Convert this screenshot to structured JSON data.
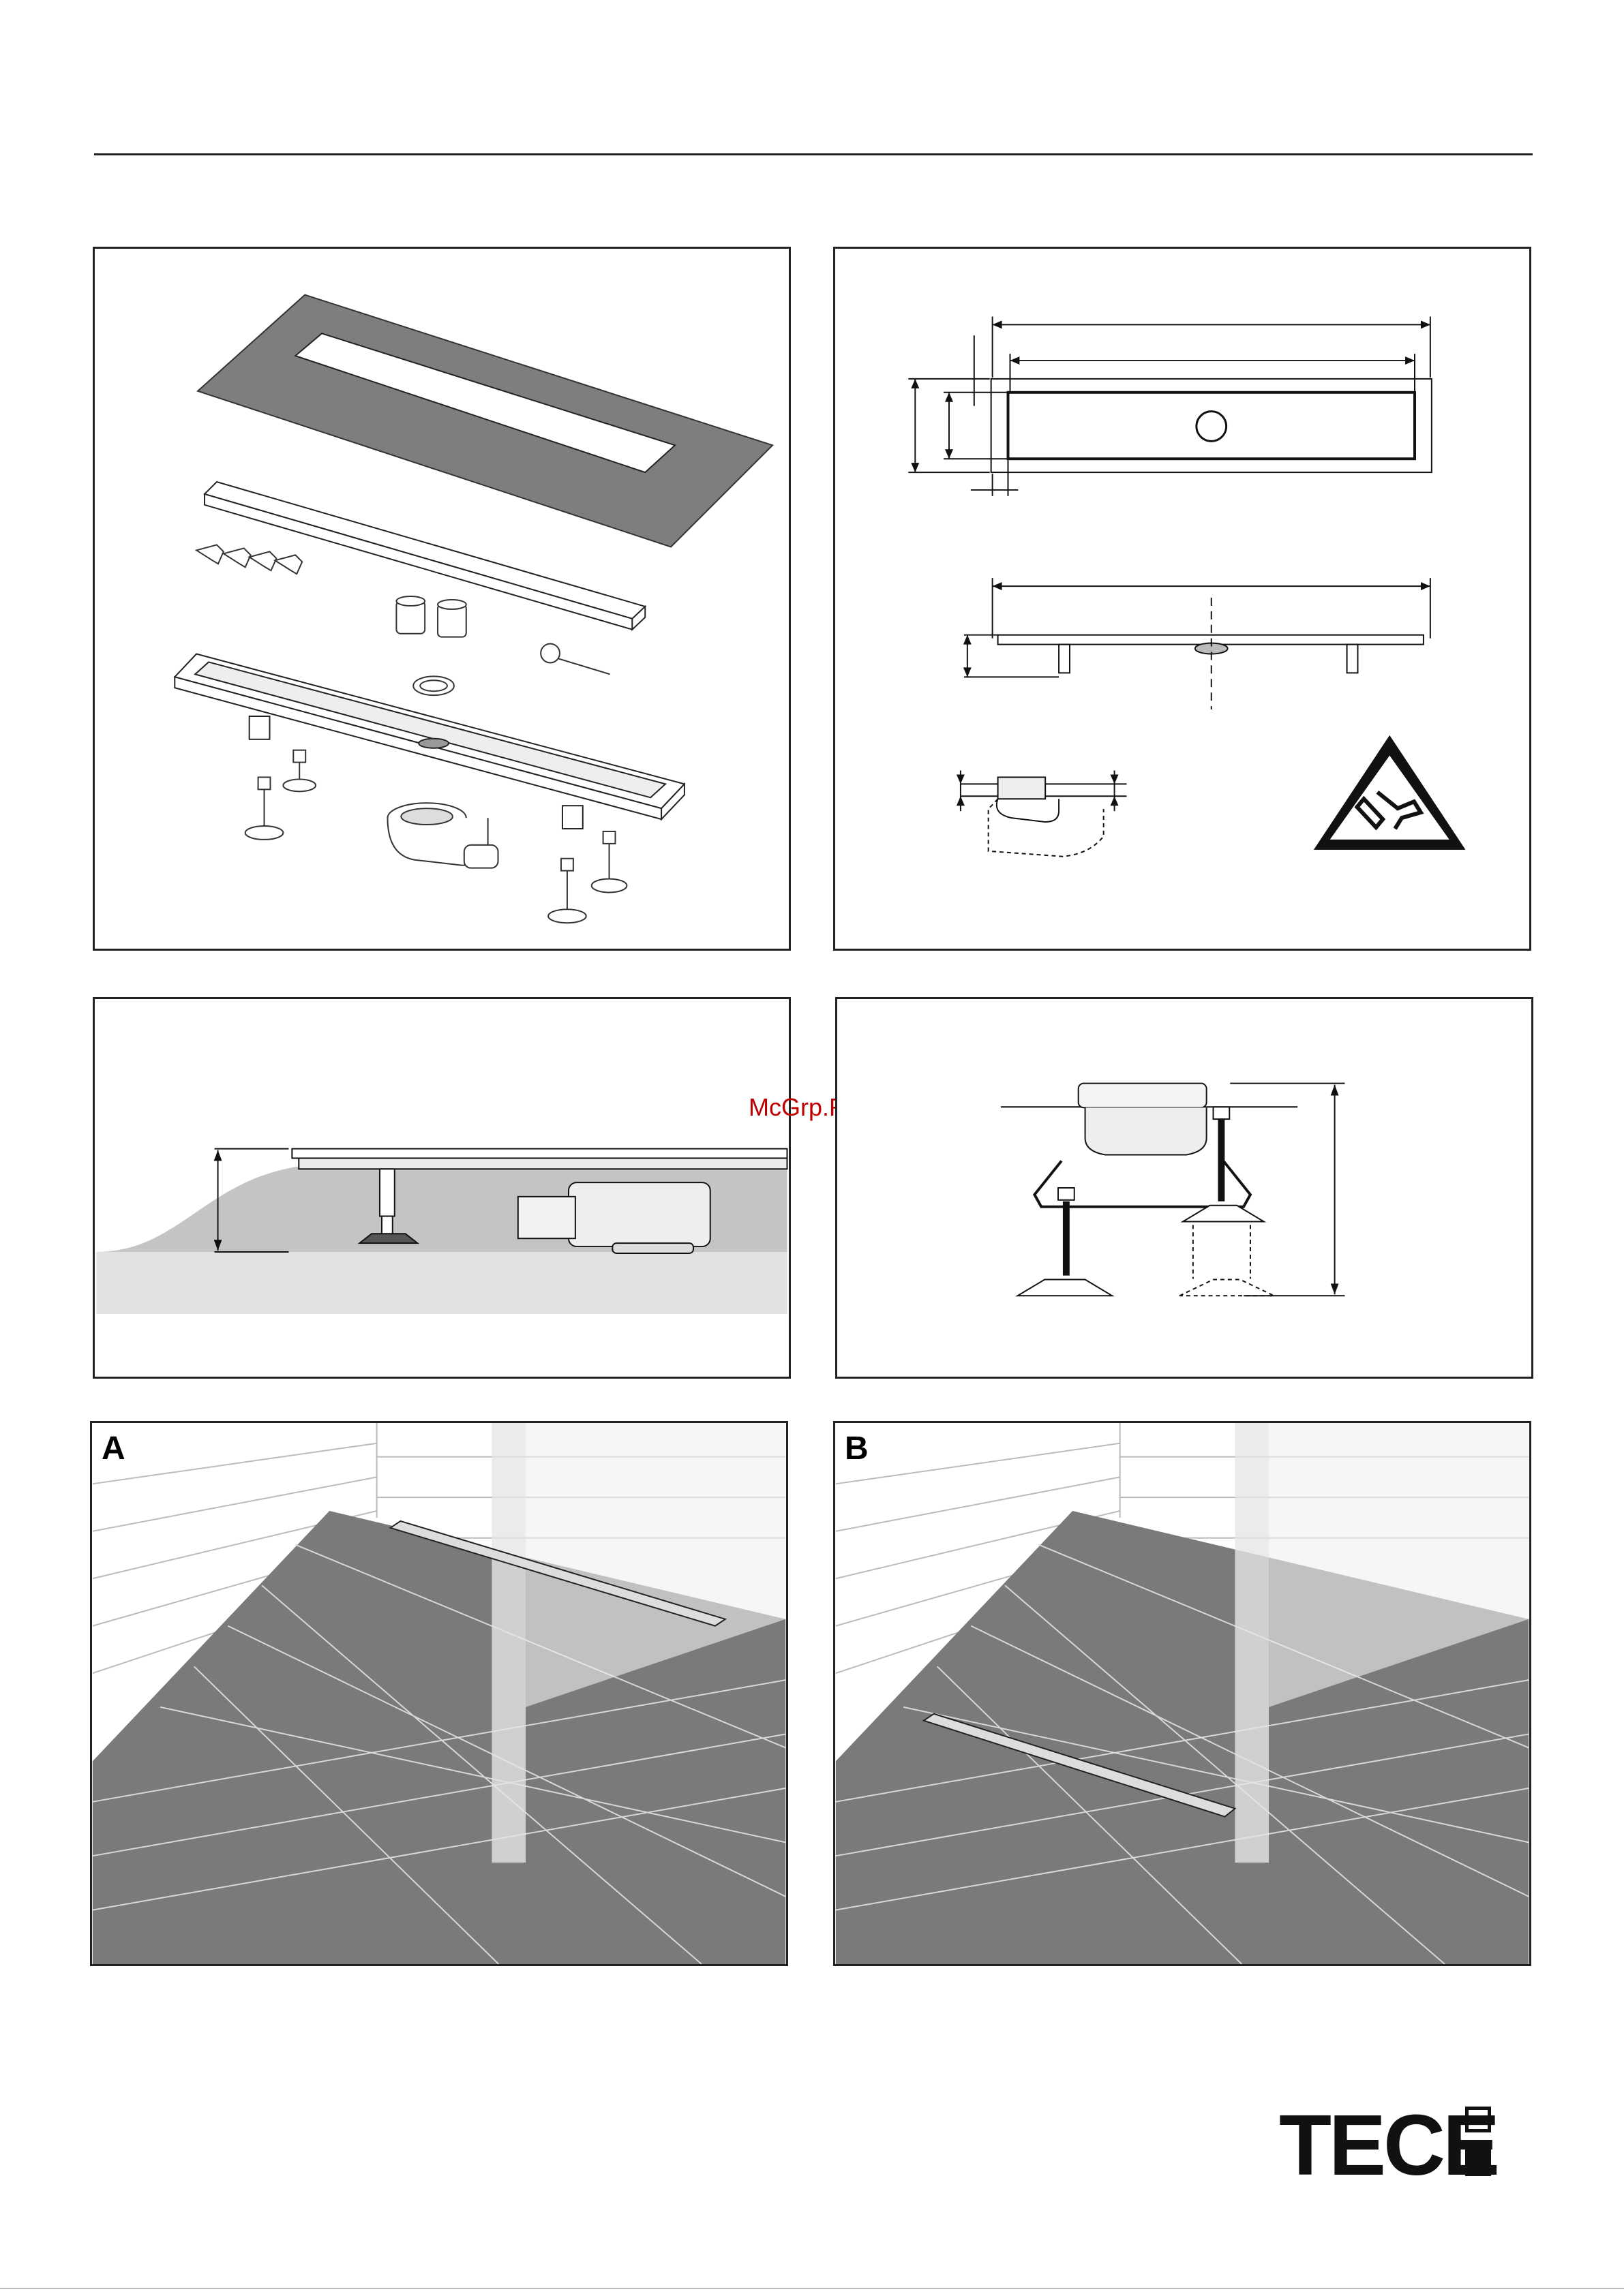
{
  "watermark": "McGrp.Ru",
  "panels": {
    "exploded_view": {},
    "dimensions_view": {},
    "height_adjust_view": {},
    "leg_detail_view": {},
    "install_a": {
      "label": "A"
    },
    "install_b": {
      "label": "B"
    }
  },
  "brand": {
    "logo_text": "TECE"
  },
  "icons": [
    "cutting-hazard-warning-icon"
  ],
  "colors": {
    "frame": "#222222",
    "tile": "#7a7a7a",
    "wall": "#ffffff",
    "grout": "#d8d8d8",
    "watermark": "#c00000"
  }
}
